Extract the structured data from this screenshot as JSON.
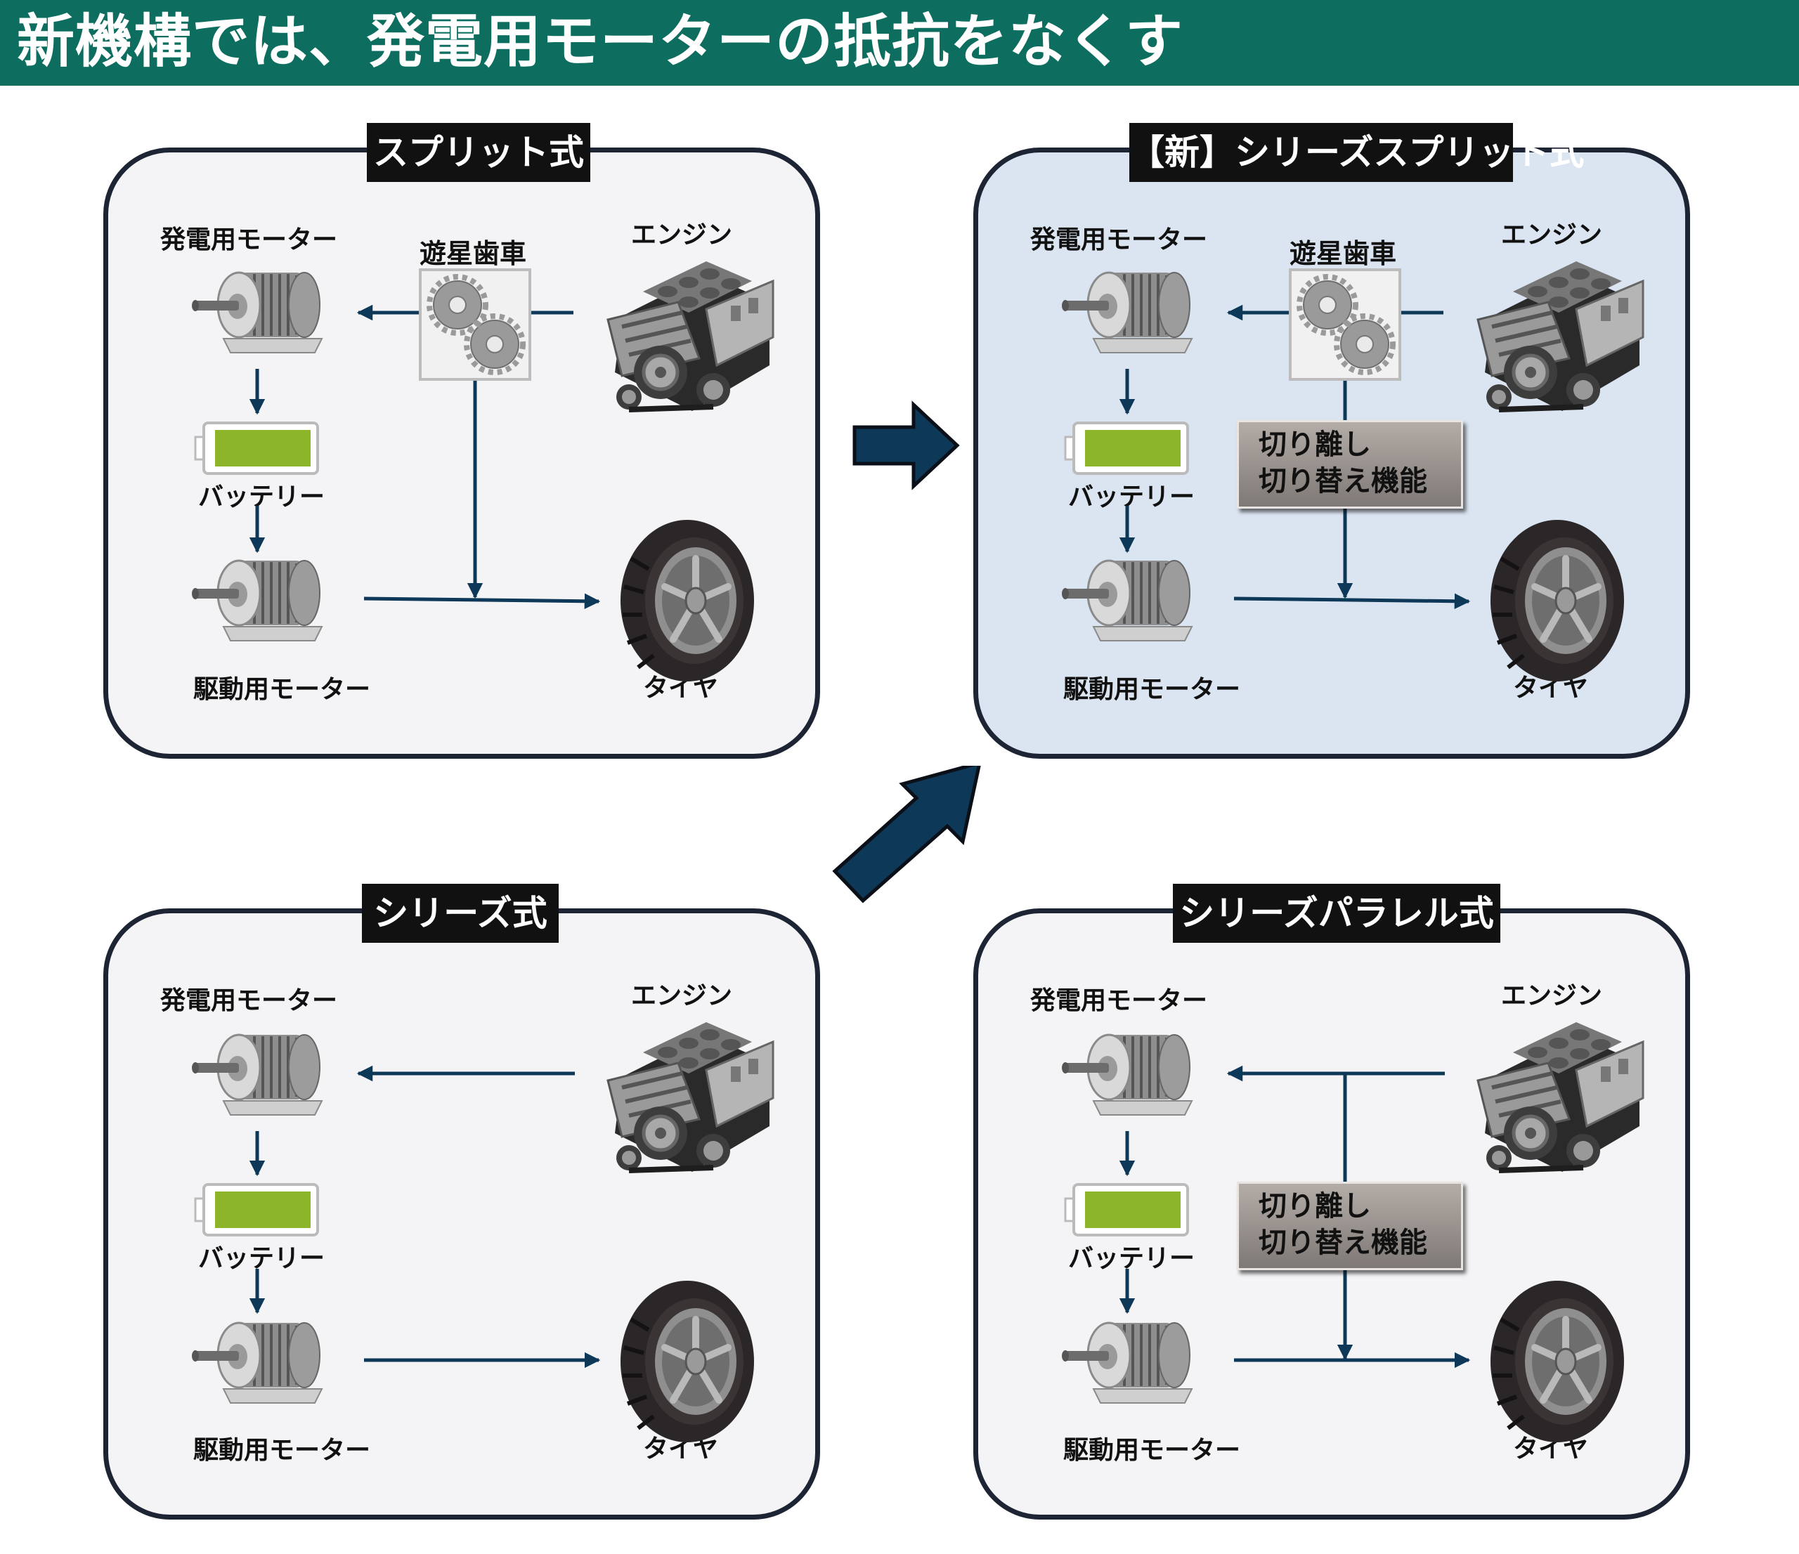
{
  "title": "新機構では、発電用モーターの抵抗をなくす",
  "labels": {
    "gen_motor": "発電用モーター",
    "drive_motor": "駆動用モーター",
    "battery": "バッテリー",
    "engine": "エンジン",
    "tire": "タイヤ",
    "planetary_gear": "遊星歯車",
    "switch_line1": "切り離し",
    "switch_line2": "切り替え機能"
  },
  "panels": {
    "split": {
      "label": "スプリット式"
    },
    "new_series_split": {
      "label": "【新】シリーズスプリット式"
    },
    "series": {
      "label": "シリーズ式"
    },
    "series_parallel": {
      "label": "シリーズパラレル式"
    }
  },
  "colors": {
    "title_bar": "#0d6e5f",
    "panel_border": "#1d2433",
    "new_panel_bg": "#dbe5f1",
    "flow_arrow": "#0e3857",
    "battery_charge": "#8db52a"
  },
  "icons": [
    "motor-icon",
    "battery-icon",
    "engine-icon",
    "tire-icon",
    "gear-icon",
    "arrow-icon"
  ]
}
